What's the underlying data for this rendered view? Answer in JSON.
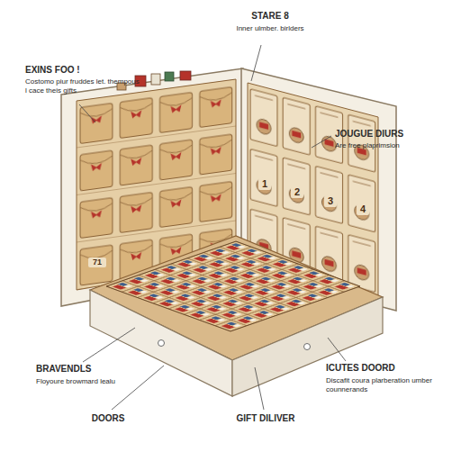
{
  "diagram": {
    "labels": [
      "EXINS FOO !",
      "Costomo piur fruddes let. thempous l cace theis gifts",
      "STARE 8",
      "Inner ulmber. birlders",
      "JOUGUE DIURS",
      "Are free plaprimsion",
      "BRAVENDLS",
      "Floyoure browmard lealu",
      "DOORS",
      "GIFT DILIVER",
      "ICUTES DOORD",
      "Discafit coura plarberation umber counnerands",
      "1",
      "2",
      "3",
      "4",
      "71"
    ]
  }
}
